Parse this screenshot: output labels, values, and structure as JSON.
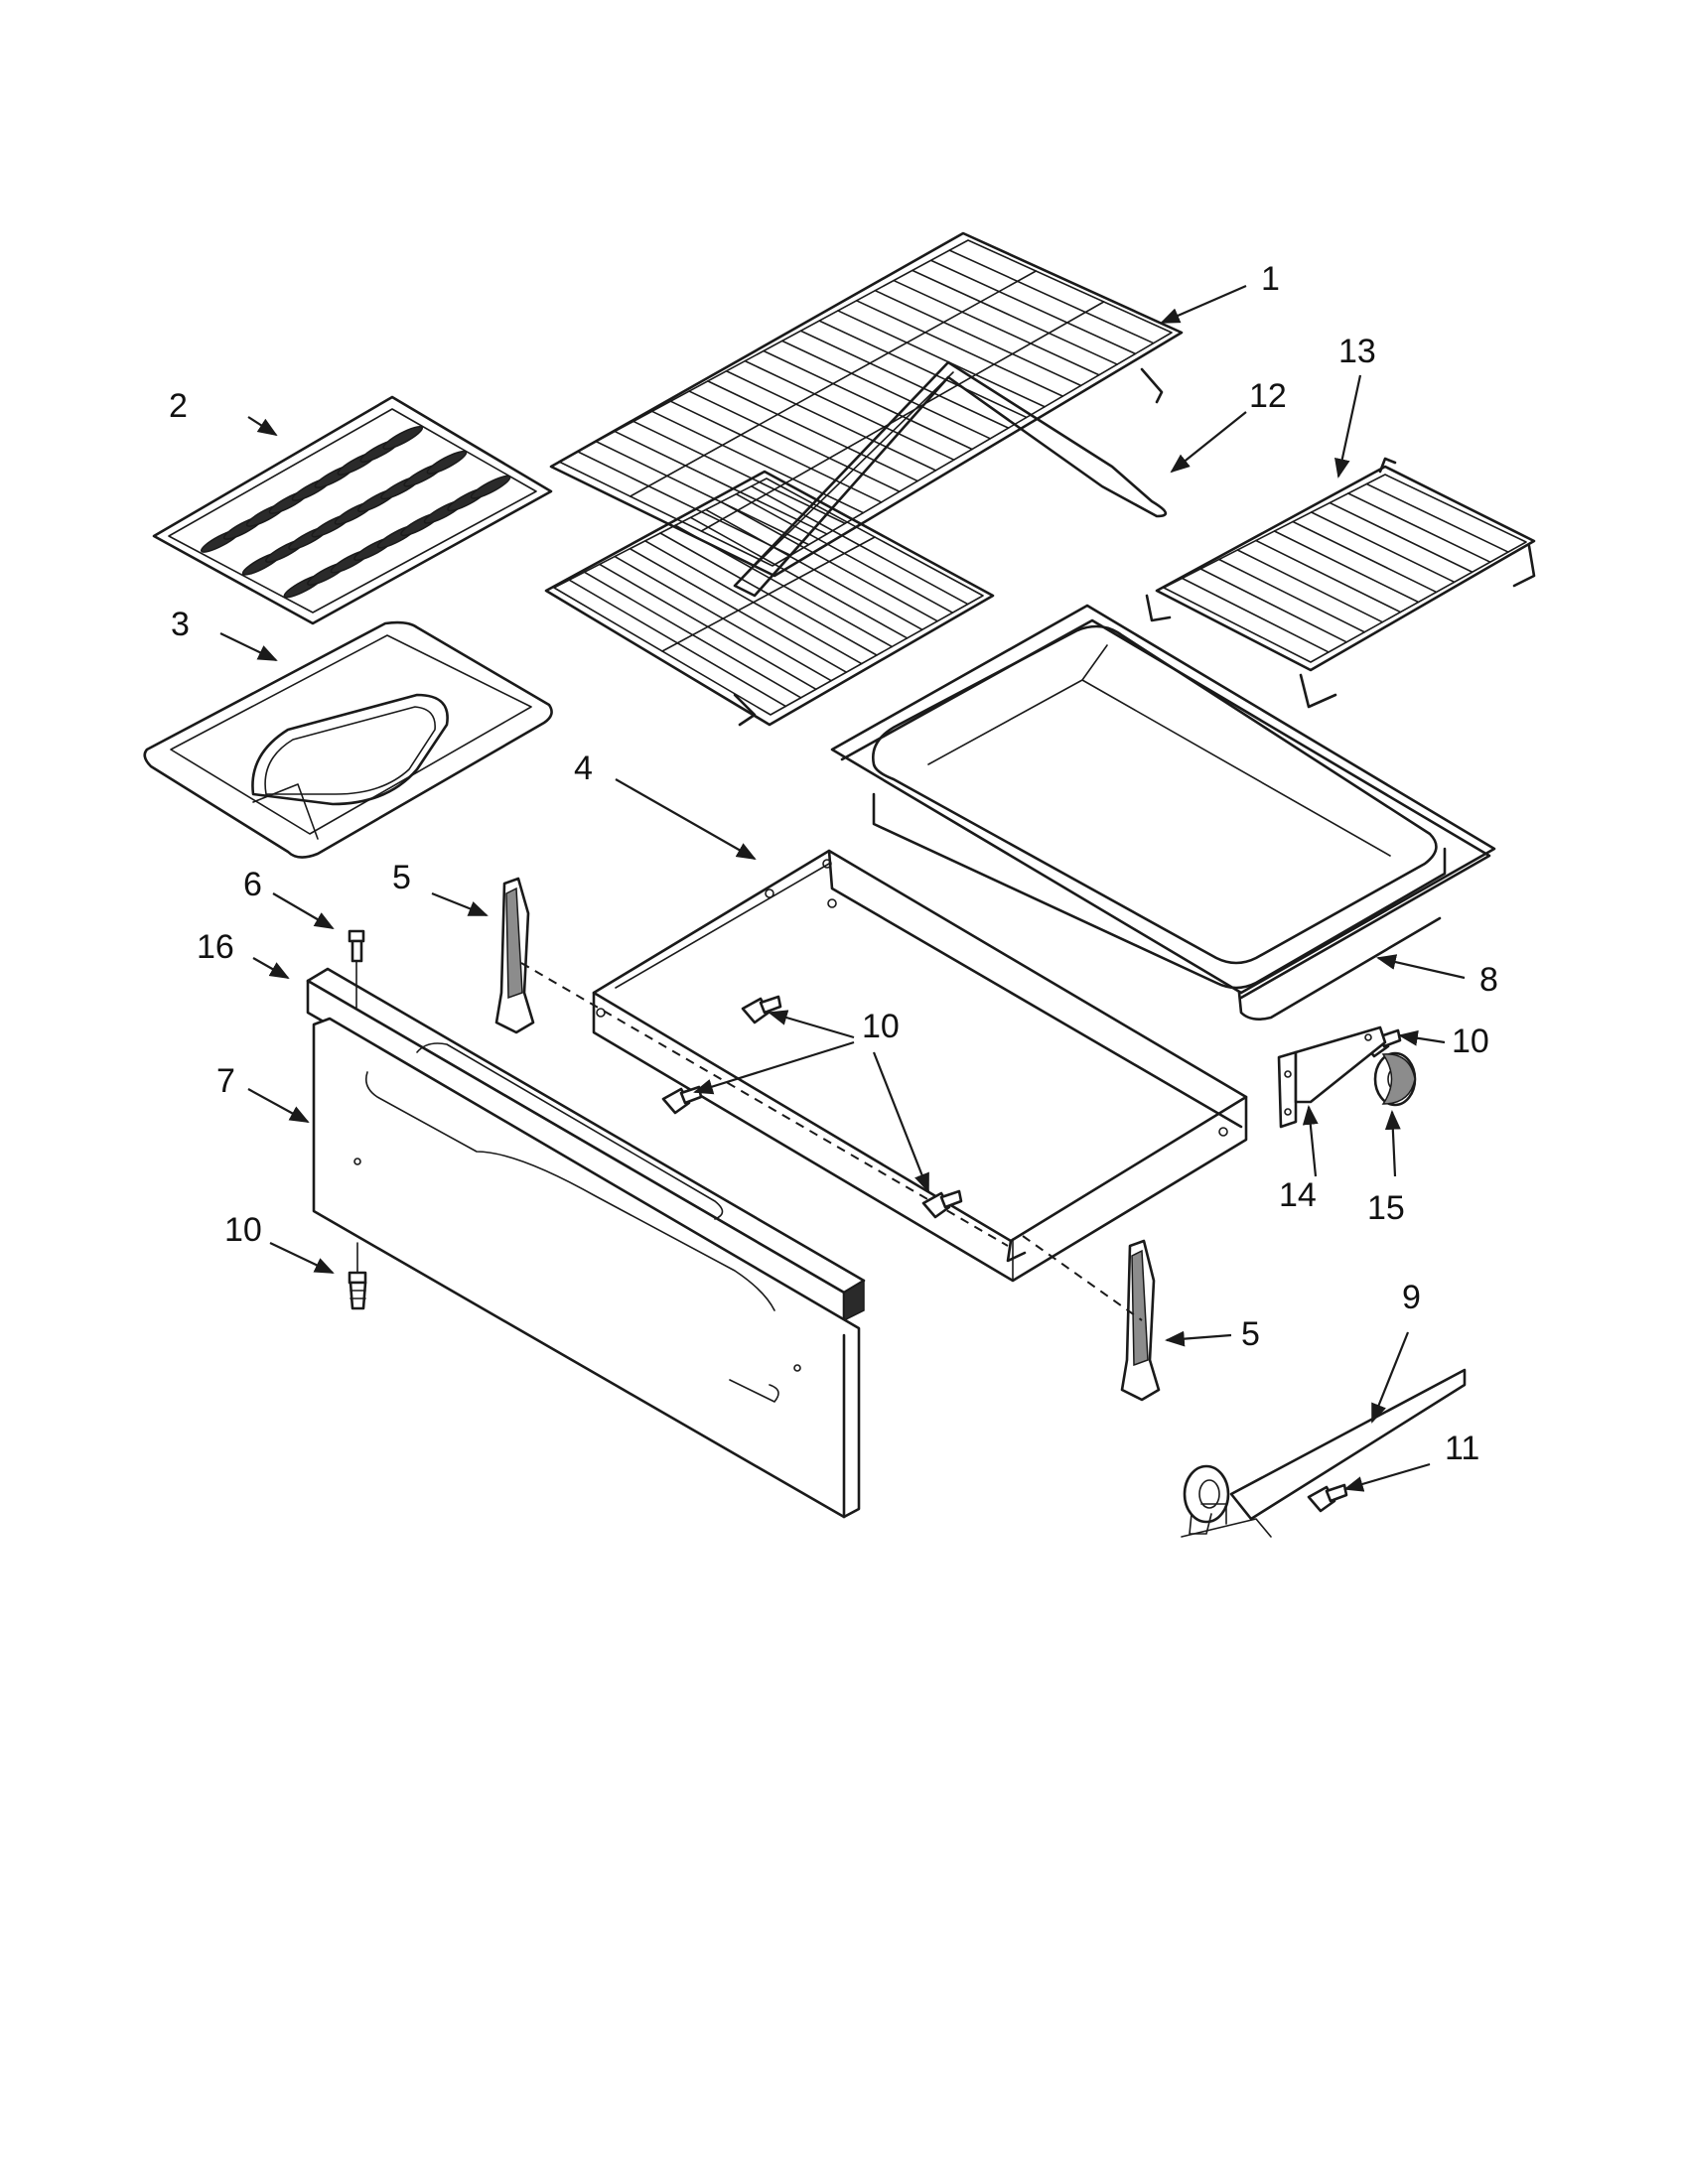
{
  "callouts": [
    {
      "id": "c1",
      "label": "1"
    },
    {
      "id": "c2",
      "label": "2"
    },
    {
      "id": "c3",
      "label": "3"
    },
    {
      "id": "c4",
      "label": "4"
    },
    {
      "id": "c5a",
      "label": "5"
    },
    {
      "id": "c5b",
      "label": "5"
    },
    {
      "id": "c6",
      "label": "6"
    },
    {
      "id": "c7",
      "label": "7"
    },
    {
      "id": "c8",
      "label": "8"
    },
    {
      "id": "c9",
      "label": "9"
    },
    {
      "id": "c10a",
      "label": "10"
    },
    {
      "id": "c10b",
      "label": "10"
    },
    {
      "id": "c10c",
      "label": "10"
    },
    {
      "id": "c11",
      "label": "11"
    },
    {
      "id": "c12",
      "label": "12"
    },
    {
      "id": "c13",
      "label": "13"
    },
    {
      "id": "c14",
      "label": "14"
    },
    {
      "id": "c15",
      "label": "15"
    },
    {
      "id": "c16",
      "label": "16"
    }
  ]
}
